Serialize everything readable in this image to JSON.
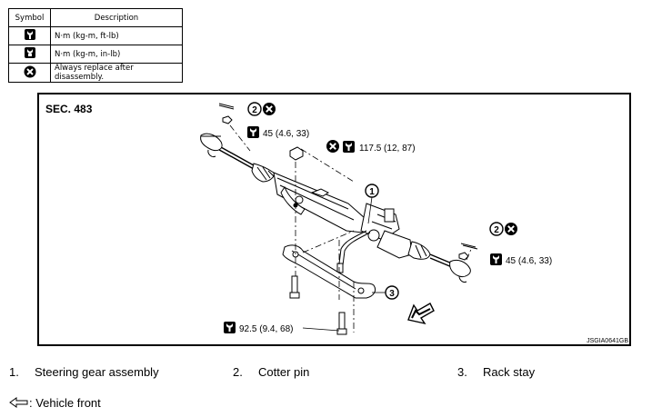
{
  "symbol_table": {
    "headers": [
      "Symbol",
      "Description"
    ],
    "rows": [
      {
        "icon": "torque-wrench-icon",
        "description": "N·m (kg-m, ft-lb)"
      },
      {
        "icon": "torque-wrench-fine-icon",
        "description": "N·m (kg-m, in-lb)"
      },
      {
        "icon": "replace-x-icon",
        "description": "Always replace after disassembly."
      }
    ]
  },
  "diagram": {
    "section": "SEC. 483",
    "code": "JSGIA0641GB",
    "callouts": [
      {
        "num": "1"
      },
      {
        "num": "2"
      },
      {
        "num": "2"
      },
      {
        "num": "3"
      }
    ],
    "torques": {
      "tie_rod_left": "45 (4.6, 33)",
      "tie_rod_right": "45 (4.6, 33)",
      "mount_nut": "117.5 (12, 87)",
      "stay_bolt": "92.5 (9.4, 68)"
    }
  },
  "legend": {
    "items": [
      {
        "num": "1.",
        "label": "Steering gear assembly"
      },
      {
        "num": "2.",
        "label": "Cotter pin"
      },
      {
        "num": "3.",
        "label": "Rack stay"
      }
    ],
    "vehicle_front": ": Vehicle front"
  }
}
